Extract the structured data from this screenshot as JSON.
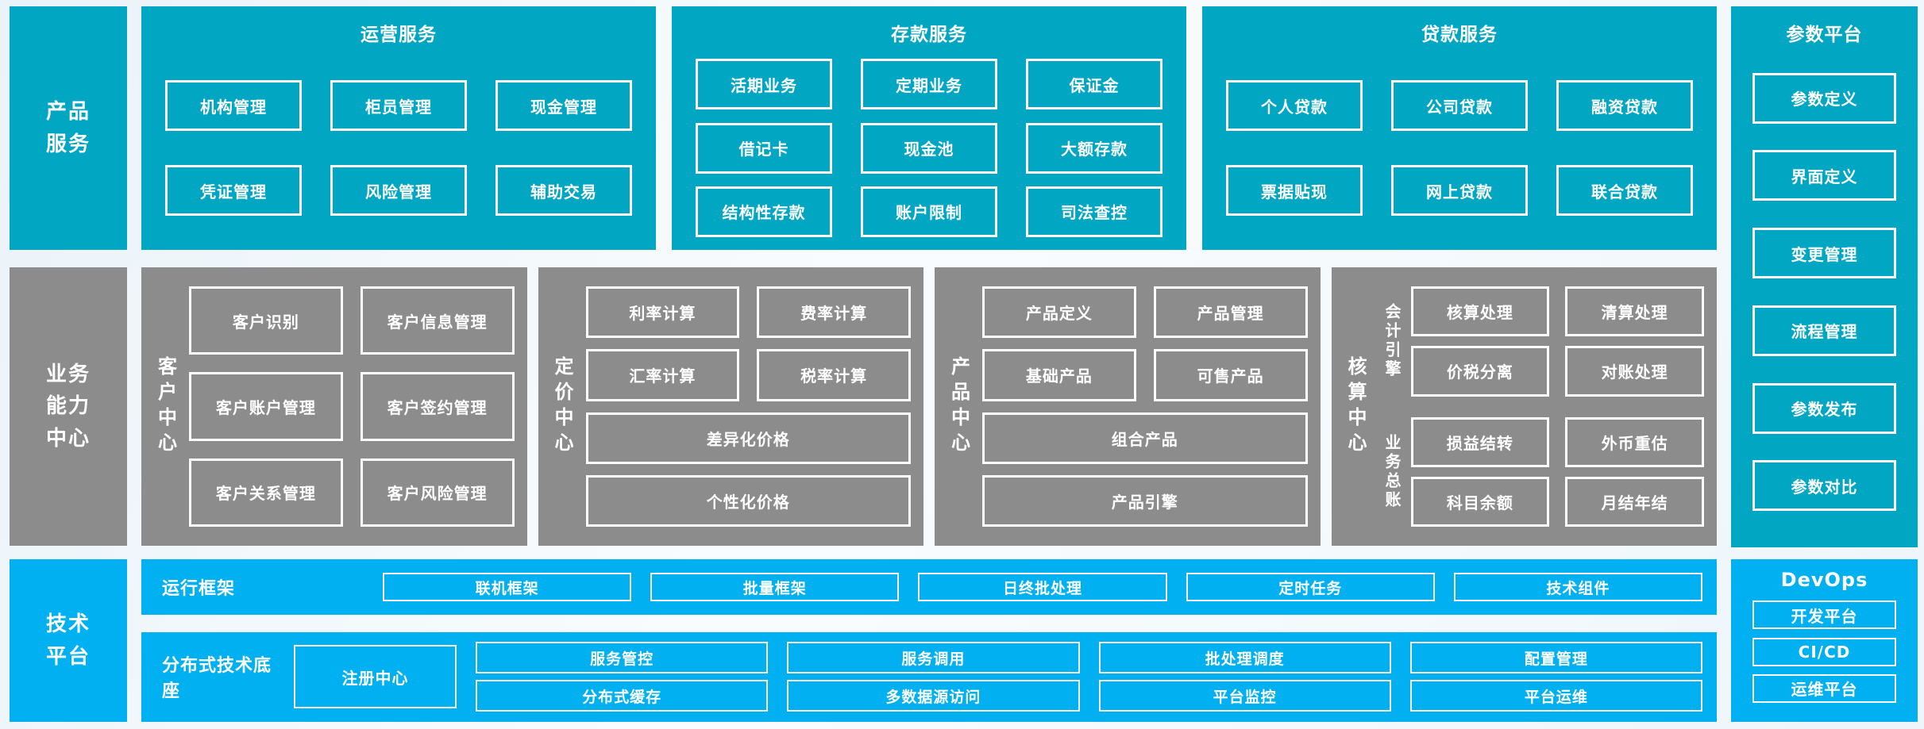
{
  "palette": {
    "teal": "#00A6C2",
    "gray": "#8C8C8C",
    "bright_blue": "#00B0F0",
    "box_border": "#FFFFFF",
    "text": "#FFFFFF"
  },
  "sidebar": {
    "product_services": "产品\n服务",
    "business_capability": "业务\n能力\n中心",
    "technology_platform": "技术\n平台"
  },
  "product_services": {
    "operations": {
      "title": "运营服务",
      "items": [
        "机构管理",
        "柜员管理",
        "现金管理",
        "凭证管理",
        "风险管理",
        "辅助交易"
      ]
    },
    "deposit": {
      "title": "存款服务",
      "items": [
        "活期业务",
        "定期业务",
        "保证金",
        "借记卡",
        "现金池",
        "大额存款",
        "结构性存款",
        "账户限制",
        "司法查控"
      ]
    },
    "loan": {
      "title": "贷款服务",
      "items": [
        "个人贷款",
        "公司贷款",
        "融资贷款",
        "票据贴现",
        "网上贷款",
        "联合贷款"
      ]
    }
  },
  "parameter_platform": {
    "title": "参数平台",
    "items": [
      "参数定义",
      "界面定义",
      "变更管理",
      "流程管理",
      "参数发布",
      "参数对比"
    ]
  },
  "business_capability": {
    "customer_center": {
      "label": "客户中心",
      "items": [
        "客户识别",
        "客户信息管理",
        "客户账户管理",
        "客户签约管理",
        "客户关系管理",
        "客户风险管理"
      ]
    },
    "pricing_center": {
      "label": "定价中心",
      "grid_items": [
        "利率计算",
        "费率计算",
        "汇率计算",
        "税率计算"
      ],
      "wide_items": [
        "差异化价格",
        "个性化价格"
      ]
    },
    "product_center": {
      "label": "产品中心",
      "grid_items": [
        "产品定义",
        "产品管理",
        "基础产品",
        "可售产品"
      ],
      "wide_items": [
        "组合产品",
        "产品引擎"
      ]
    },
    "accounting_center": {
      "label": "核算中心",
      "groups": [
        {
          "label": "会计引擎",
          "items": [
            "核算处理",
            "清算处理",
            "价税分离",
            "对账处理"
          ]
        },
        {
          "label": "业务总账",
          "items": [
            "损益结转",
            "外币重估",
            "科目余额",
            "月结年结"
          ]
        }
      ]
    }
  },
  "technology_platform": {
    "runtime": {
      "label": "运行框架",
      "items": [
        "联机框架",
        "批量框架",
        "日终批处理",
        "定时任务",
        "技术组件"
      ]
    },
    "distributed": {
      "label": "分布式技术底座",
      "registry": "注册中心",
      "columns": [
        [
          "服务管控",
          "分布式缓存"
        ],
        [
          "服务调用",
          "多数据源访问"
        ],
        [
          "批处理调度",
          "平台监控"
        ],
        [
          "配置管理",
          "平台运维"
        ]
      ]
    },
    "devops": {
      "title": "DevOps",
      "items": [
        "开发平台",
        "CI/CD",
        "运维平台"
      ]
    }
  }
}
